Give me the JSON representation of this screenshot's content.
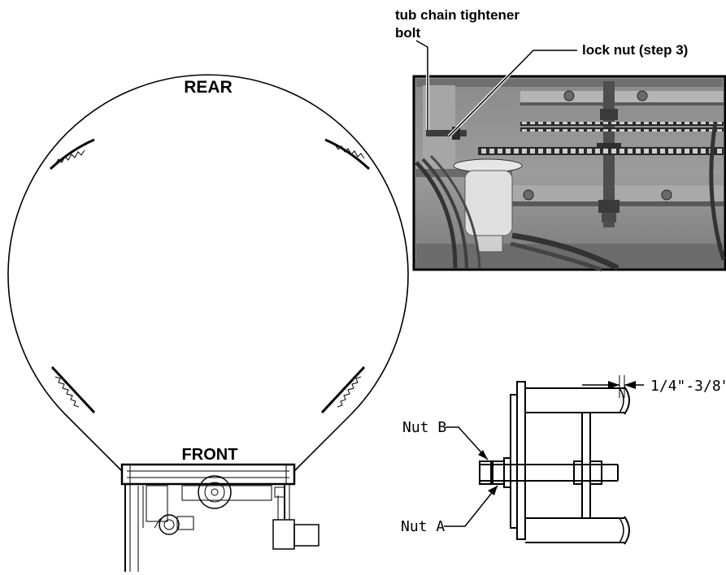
{
  "tub_diagram": {
    "rear_label": "REAR",
    "front_label": "FRONT"
  },
  "photo_callouts": {
    "tightener_bolt_line1": "tub chain tightener",
    "tightener_bolt_line2": "bolt",
    "lock_nut": "lock nut (step 3)"
  },
  "detail_diagram": {
    "nut_b_label": "Nut B",
    "nut_a_label": "Nut A",
    "gap_dimension": "1/4\"-3/8\""
  }
}
